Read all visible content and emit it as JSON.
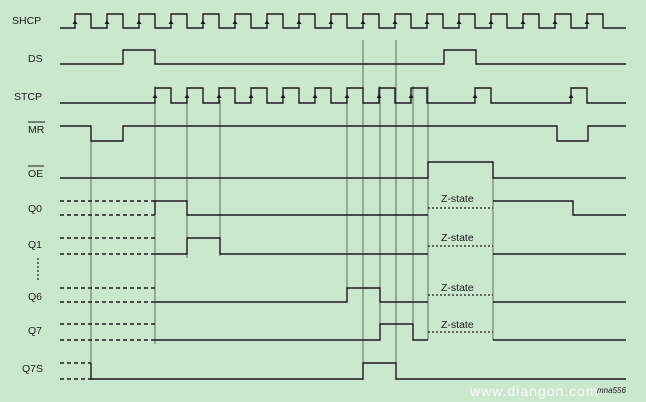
{
  "signals": [
    {
      "id": "shcp",
      "label": "SHCP"
    },
    {
      "id": "ds",
      "label": "DS"
    },
    {
      "id": "stcp",
      "label": "STCP"
    },
    {
      "id": "mr",
      "label": "MR"
    },
    {
      "id": "oe",
      "label": "OE"
    },
    {
      "id": "q0",
      "label": "Q0"
    },
    {
      "id": "q1",
      "label": "Q1"
    },
    {
      "id": "q6",
      "label": "Q6"
    },
    {
      "id": "q7",
      "label": "Q7"
    },
    {
      "id": "q7s",
      "label": "Q7S"
    }
  ],
  "zstate_label": "Z-state",
  "doc_id": "mna556",
  "watermark": "www.diangon.com"
}
